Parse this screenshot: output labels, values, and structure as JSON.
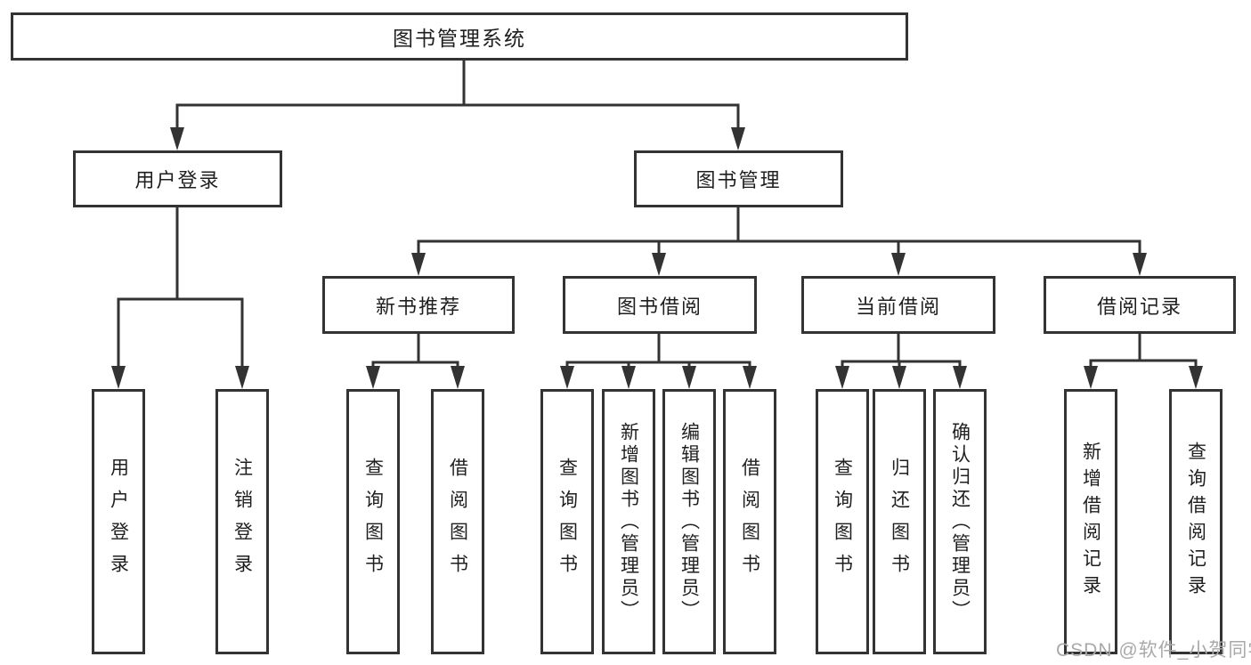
{
  "tree": {
    "label": "图书管理系统",
    "children": [
      {
        "label": "用户登录",
        "children": [
          {
            "label": "用户登录"
          },
          {
            "label": "注销登录"
          }
        ]
      },
      {
        "label": "图书管理",
        "children": [
          {
            "label": "新书推荐",
            "children": [
              {
                "label": "查询图书"
              },
              {
                "label": "借阅图书"
              }
            ]
          },
          {
            "label": "图书借阅",
            "children": [
              {
                "label": "查询图书"
              },
              {
                "label": "新增图书（管理员）"
              },
              {
                "label": "编辑图书（管理员）"
              },
              {
                "label": "借阅图书"
              }
            ]
          },
          {
            "label": "当前借阅",
            "children": [
              {
                "label": "查询图书"
              },
              {
                "label": "归还图书"
              },
              {
                "label": "确认归还（管理员）"
              }
            ]
          },
          {
            "label": "借阅记录",
            "children": [
              {
                "label": "新增借阅记录"
              },
              {
                "label": "查询借阅记录"
              }
            ]
          }
        ]
      }
    ]
  },
  "watermark": {
    "text": "CSDN @软件_小贺同学"
  },
  "colors": {
    "line": "#333333",
    "text": "#1f1f1f",
    "background": "#ffffff",
    "watermark": "#a9a9a9"
  }
}
